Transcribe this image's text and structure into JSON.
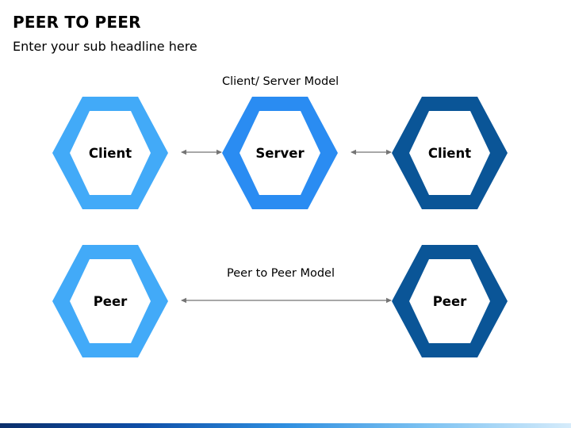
{
  "header": {
    "title": "PEER TO PEER",
    "subtitle": "Enter your sub headline here"
  },
  "client_server_model": {
    "label": "Client/ Server Model",
    "nodes": [
      {
        "label": "Client",
        "color": "#42aaf8"
      },
      {
        "label": "Server",
        "color": "#2a8cf2"
      },
      {
        "label": "Client",
        "color": "#0a5597"
      }
    ]
  },
  "peer_to_peer_model": {
    "label": "Peer to Peer Model",
    "nodes": [
      {
        "label": "Peer",
        "color": "#42aaf8"
      },
      {
        "label": "Peer",
        "color": "#0a5597"
      }
    ]
  },
  "colors": {
    "connector": "#757575",
    "footer_dark": "#0b2f6b",
    "footer_light": "#d6ecfb"
  }
}
